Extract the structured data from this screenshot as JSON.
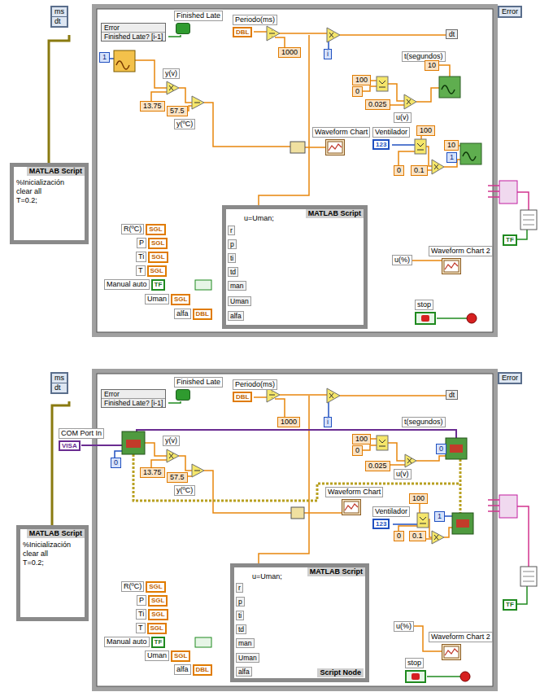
{
  "diagram": {
    "nodes": [
      {
        "text": [
          "ms",
          "dt"
        ]
      },
      {
        "text": [
          "Error"
        ]
      },
      {
        "text": [
          "MATLAB Script",
          "%Inicialización",
          "clear all",
          "T=0.2;"
        ]
      },
      {
        "text": [
          "Error",
          "Finished Late? [i-1]"
        ]
      },
      {
        "text": [
          "Finished Late"
        ]
      },
      {
        "text": [
          "Periodo(ms)",
          "DBL"
        ]
      },
      {
        "text": [
          "1000"
        ]
      },
      {
        "text": [
          "i"
        ]
      },
      {
        "text": [
          "t(segundos)"
        ]
      },
      {
        "text": [
          "dt"
        ]
      },
      {
        "text": [
          "1"
        ]
      },
      {
        "text": [
          "y(v)"
        ]
      },
      {
        "text": [
          "13.75"
        ]
      },
      {
        "text": [
          "57.5"
        ]
      },
      {
        "text": [
          "y(ºC)"
        ]
      },
      {
        "text": [
          "100"
        ]
      },
      {
        "text": [
          "0"
        ]
      },
      {
        "text": [
          "0.025"
        ]
      },
      {
        "text": [
          "u(v)"
        ]
      },
      {
        "text": [
          "10"
        ]
      },
      {
        "text": [
          "Waveform Chart"
        ]
      },
      {
        "text": [
          "Ventilador",
          "123"
        ]
      },
      {
        "text": [
          "100"
        ]
      },
      {
        "text": [
          "0"
        ]
      },
      {
        "text": [
          "0.1"
        ]
      },
      {
        "text": [
          "1"
        ]
      },
      {
        "text": [
          "10"
        ]
      },
      {
        "text": [
          "MATLAB Script",
          "u=Uman;"
        ]
      },
      {
        "text": [
          "R(ºC)",
          "SGL"
        ]
      },
      {
        "text": [
          "P",
          "SGL"
        ]
      },
      {
        "text": [
          "Ti",
          "SGL"
        ]
      },
      {
        "text": [
          "T",
          "SGL"
        ]
      },
      {
        "text": [
          "Manual auto",
          "TF"
        ]
      },
      {
        "text": [
          "Uman",
          "SGL"
        ]
      },
      {
        "text": [
          "alfa",
          "DBL"
        ]
      },
      {
        "text": [
          "u(%)"
        ]
      },
      {
        "text": [
          "Waveform Chart 2"
        ]
      },
      {
        "text": [
          "stop"
        ]
      },
      {
        "text": [
          "ms",
          "dt"
        ]
      },
      {
        "text": [
          "Error"
        ]
      },
      {
        "text": [
          "COM Port In",
          "VISA"
        ]
      },
      {
        "text": [
          "MATLAB Script",
          "%Inicialización",
          "clear all",
          "T=0.2;"
        ]
      },
      {
        "text": [
          "Error",
          "Finished Late? [i-1]"
        ]
      },
      {
        "text": [
          "Finished Late"
        ]
      },
      {
        "text": [
          "Periodo(ms)",
          "DBL"
        ]
      },
      {
        "text": [
          "1000"
        ]
      },
      {
        "text": [
          "i"
        ]
      },
      {
        "text": [
          "t(segundos)"
        ]
      },
      {
        "text": [
          "dt"
        ]
      },
      {
        "text": [
          "0"
        ]
      },
      {
        "text": [
          "y(v)"
        ]
      },
      {
        "text": [
          "13.75"
        ]
      },
      {
        "text": [
          "57.5"
        ]
      },
      {
        "text": [
          "y(ºC)"
        ]
      },
      {
        "text": [
          "100"
        ]
      },
      {
        "text": [
          "0"
        ]
      },
      {
        "text": [
          "0.025"
        ]
      },
      {
        "text": [
          "u(v)"
        ]
      },
      {
        "text": [
          "0"
        ]
      },
      {
        "text": [
          "Waveform Chart"
        ]
      },
      {
        "text": [
          "Ventilador",
          "123"
        ]
      },
      {
        "text": [
          "100"
        ]
      },
      {
        "text": [
          "0"
        ]
      },
      {
        "text": [
          "0.1"
        ]
      },
      {
        "text": [
          "1"
        ]
      },
      {
        "text": [
          "MATLAB Script",
          "u=Uman;",
          "Script Node"
        ]
      },
      {
        "text": [
          "R(ºC)",
          "SGL"
        ]
      },
      {
        "text": [
          "P",
          "SGL"
        ]
      },
      {
        "text": [
          "Ti",
          "SGL"
        ]
      },
      {
        "text": [
          "T",
          "SGL"
        ]
      },
      {
        "text": [
          "Manual auto",
          "TF"
        ]
      },
      {
        "text": [
          "Uman",
          "SGL"
        ]
      },
      {
        "text": [
          "alfa",
          "DBL"
        ]
      },
      {
        "text": [
          "u(%)"
        ]
      },
      {
        "text": [
          "Waveform Chart 2"
        ]
      },
      {
        "text": [
          "stop"
        ]
      }
    ],
    "edges": [
      {
        "from": 28,
        "to": 27,
        "arrow": "none"
      },
      {
        "from": 29,
        "to": 27,
        "arrow": "none"
      },
      {
        "from": 30,
        "to": 27,
        "arrow": "none"
      },
      {
        "from": 31,
        "to": 27,
        "arrow": "none"
      },
      {
        "from": 32,
        "to": 27,
        "arrow": "none"
      },
      {
        "from": 33,
        "to": 27,
        "arrow": "none"
      },
      {
        "from": 34,
        "to": 27,
        "arrow": "none"
      },
      {
        "from": 27,
        "to": 35,
        "arrow": "none"
      },
      {
        "from": 66,
        "to": 65,
        "arrow": "none"
      },
      {
        "from": 67,
        "to": 65,
        "arrow": "none"
      },
      {
        "from": 68,
        "to": 65,
        "arrow": "none"
      },
      {
        "from": 69,
        "to": 65,
        "arrow": "none"
      },
      {
        "from": 70,
        "to": 65,
        "arrow": "none"
      },
      {
        "from": 71,
        "to": 65,
        "arrow": "none"
      },
      {
        "from": 72,
        "to": 65,
        "arrow": "none"
      },
      {
        "from": 65,
        "to": 73,
        "arrow": "none"
      }
    ],
    "labels": [
      "r",
      "p",
      "ti",
      "td",
      "man",
      "Uman",
      "alfa",
      "TF",
      "r",
      "p",
      "ti",
      "td",
      "man",
      "Uman",
      "alfa",
      "TF"
    ]
  }
}
